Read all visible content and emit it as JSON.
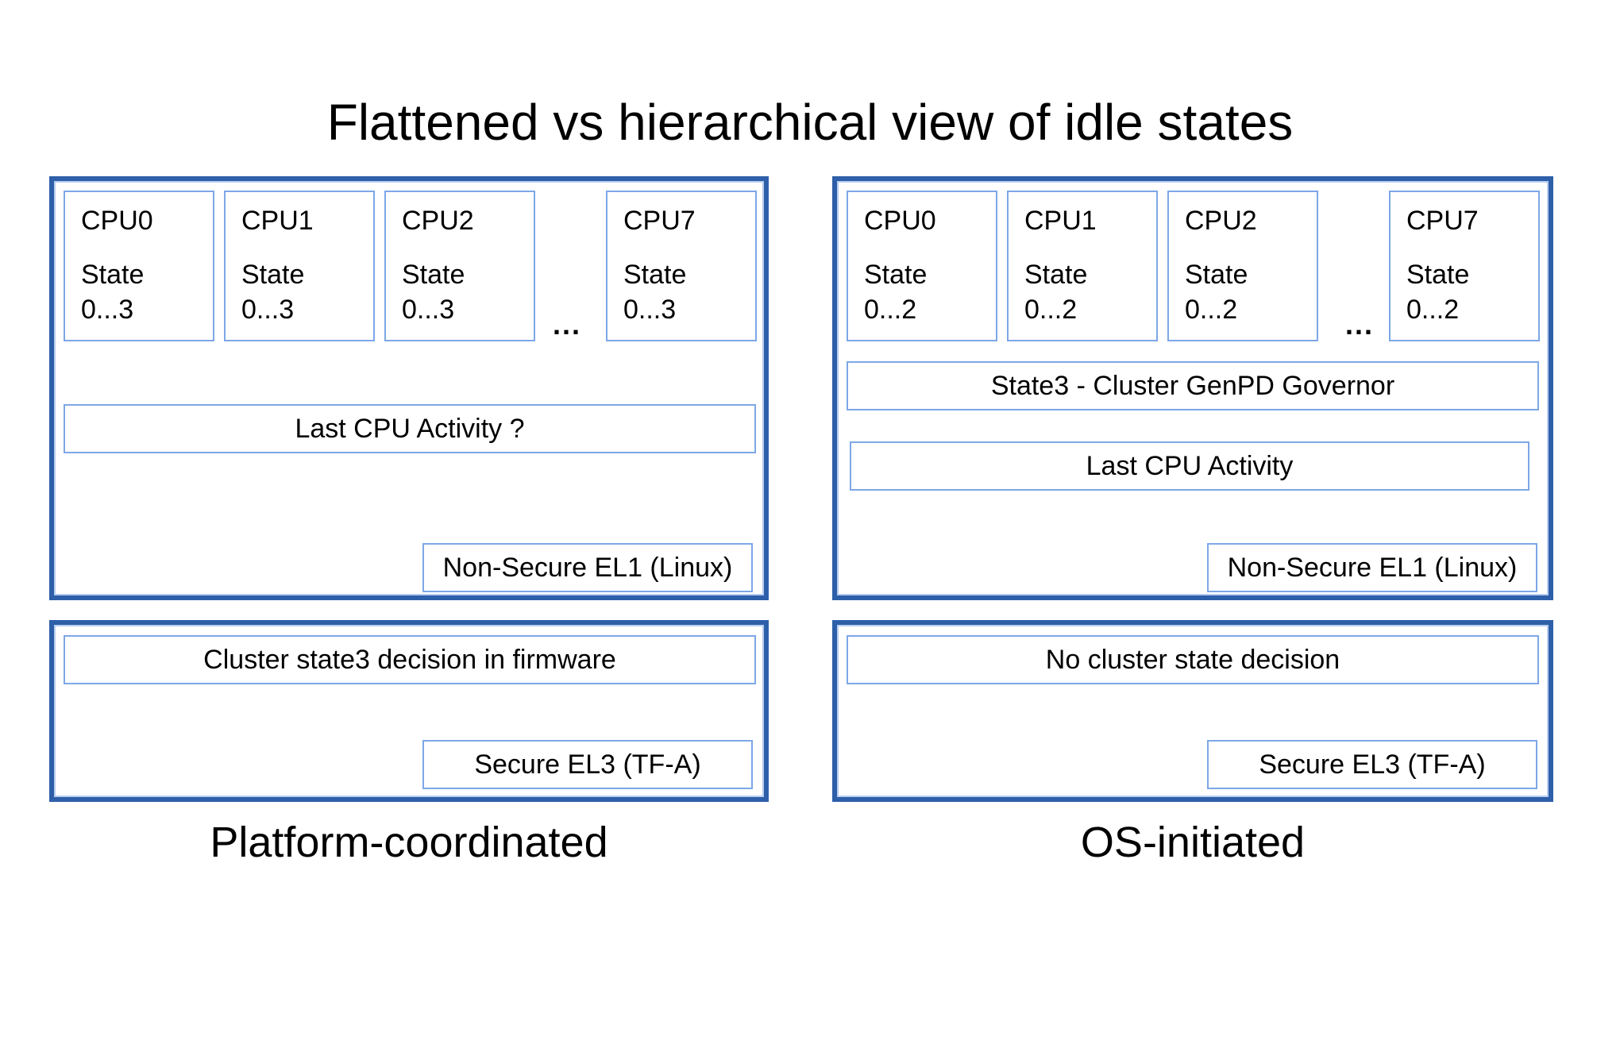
{
  "title": "Flattened vs hierarchical view of idle states",
  "colors": {
    "outer_border": "#2e5fa9",
    "inner_border": "#7da7e7",
    "text": "#000000",
    "background": "#ffffff"
  },
  "left": {
    "caption": "Platform-coordinated",
    "cpus": [
      {
        "name": "CPU0",
        "state": "State",
        "range": "0...3"
      },
      {
        "name": "CPU1",
        "state": "State",
        "range": "0...3"
      },
      {
        "name": "CPU2",
        "state": "State",
        "range": "0...3"
      },
      {
        "name": "CPU7",
        "state": "State",
        "range": "0...3"
      }
    ],
    "ellipsis": "...",
    "activity_box": "Last CPU Activity ?",
    "el1_box": "Non-Secure EL1 (Linux)",
    "firmware_box": "Cluster state3 decision in firmware",
    "el3_box": "Secure EL3 (TF-A)"
  },
  "right": {
    "caption": "OS-initiated",
    "cpus": [
      {
        "name": "CPU0",
        "state": "State",
        "range": "0...2"
      },
      {
        "name": "CPU1",
        "state": "State",
        "range": "0...2"
      },
      {
        "name": "CPU2",
        "state": "State",
        "range": "0...2"
      },
      {
        "name": "CPU7",
        "state": "State",
        "range": "0...2"
      }
    ],
    "ellipsis": "...",
    "governor_box": "State3 - Cluster GenPD Governor",
    "activity_box": "Last CPU Activity",
    "el1_box": "Non-Secure EL1 (Linux)",
    "firmware_box": "No cluster state decision",
    "el3_box": "Secure EL3 (TF-A)"
  }
}
